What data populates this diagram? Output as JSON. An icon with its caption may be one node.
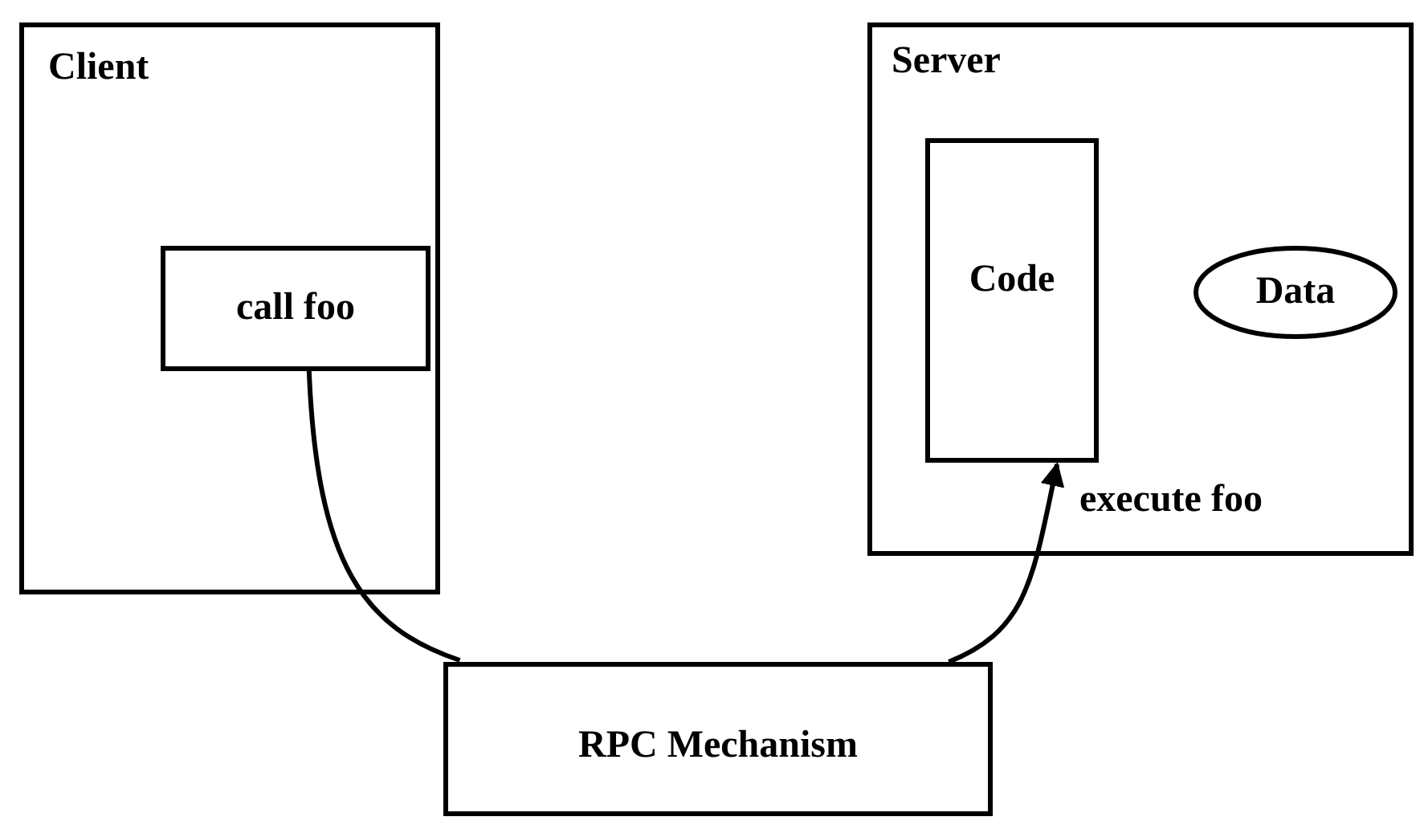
{
  "diagram": {
    "nodes": [
      {
        "text": [
          "Client"
        ]
      },
      {
        "text": [
          "call foo"
        ],
        "in": 0
      },
      {
        "text": [
          "Server"
        ]
      },
      {
        "text": [
          "Code"
        ],
        "in": 2,
        "beside": [
          "execute foo"
        ]
      },
      {
        "text": [
          "Data"
        ],
        "in": 2
      },
      {
        "text": [
          "RPC Mechanism"
        ]
      }
    ],
    "edges": [
      {
        "from": 1,
        "to": 5,
        "arrow": "none"
      },
      {
        "from": 5,
        "to": 3,
        "arrow": "to"
      }
    ]
  }
}
